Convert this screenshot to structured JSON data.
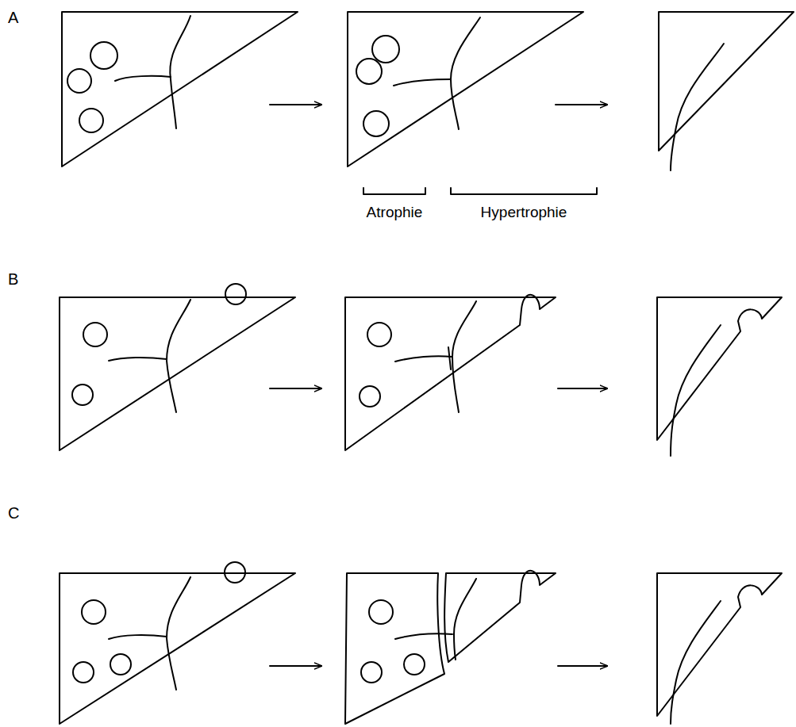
{
  "diagram": {
    "labels": [
      "A",
      "Atrophie",
      "Hypertrophie",
      "B",
      "C"
    ]
  }
}
